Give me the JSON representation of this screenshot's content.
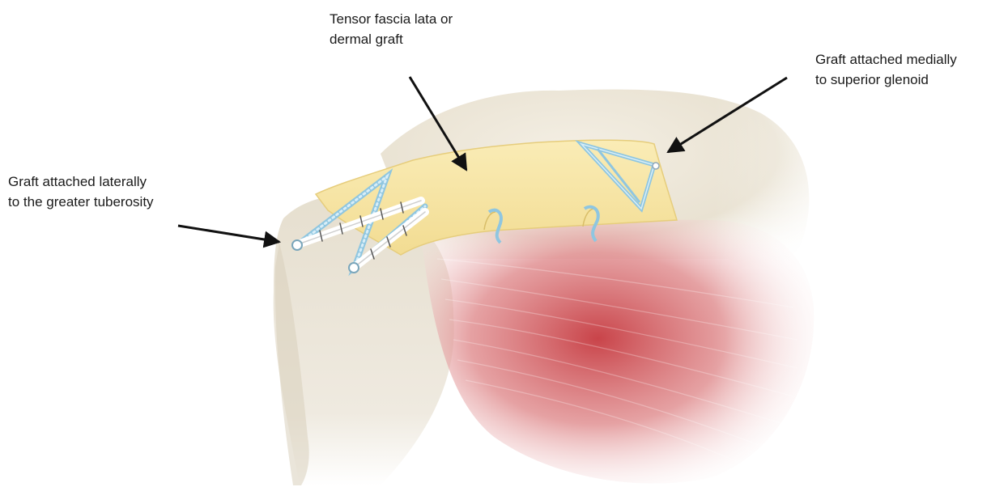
{
  "labels": {
    "graft": [
      "Tensor fascia lata or",
      "dermal graft"
    ],
    "medial": [
      "Graft attached medially",
      "to superior glenoid"
    ],
    "lateral": [
      "Graft attached laterally",
      "to the greater tuberosity"
    ]
  },
  "colors": {
    "bone": "#efe9dc",
    "bone_shadow": "#d8d0bd",
    "graft": "#f7e6a6",
    "graft_edge": "#e7cf7e",
    "suture": "#8fc6e0",
    "muscle": "#c9474d",
    "arrow": "#111111"
  }
}
